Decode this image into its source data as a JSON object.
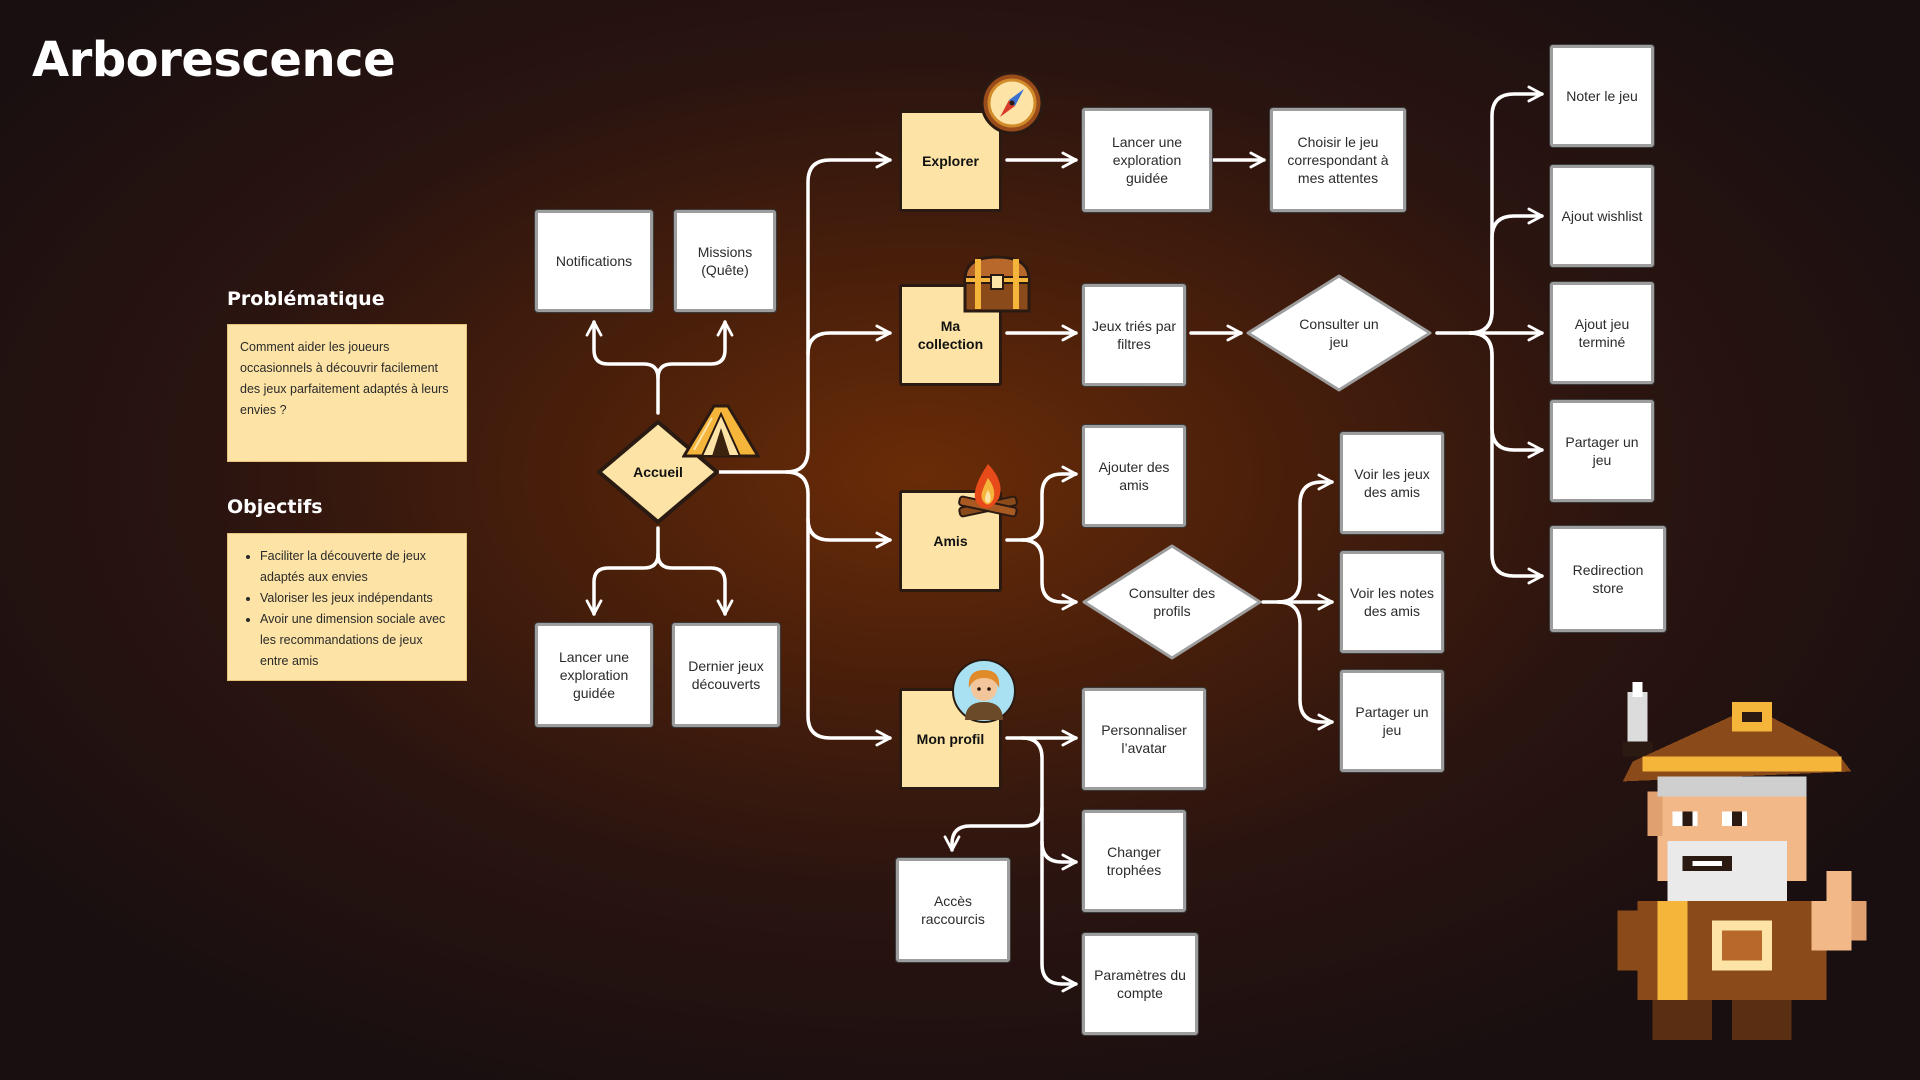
{
  "title": "Arborescence",
  "problem": {
    "heading": "Problématique",
    "text": "Comment aider les joueurs occasionnels à découvrir facilement des jeux parfaitement adaptés à leurs envies ?"
  },
  "objectives": {
    "heading": "Objectifs",
    "items": [
      "Faciliter la découverte de jeux adaptés aux envies",
      "Valoriser les jeux indépendants",
      "Avoir une dimension sociale avec les recommandations de jeux entre amis"
    ]
  },
  "nodes": {
    "accueil": "Accueil",
    "notifications": "Notifications",
    "missions": "Missions (Quête)",
    "lancer_accueil": "Lancer une exploration guidée",
    "dernier": "Dernier jeux découverts",
    "explorer": "Explorer",
    "lancer_explorer": "Lancer une exploration guidée",
    "choisir": "Choisir le jeu correspondant à mes attentes",
    "collection": "Ma collection",
    "tries": "Jeux triés par filtres",
    "consulter_jeu": "Consulter un jeu",
    "noter": "Noter le jeu",
    "wishlist": "Ajout wishlist",
    "termine": "Ajout jeu terminé",
    "partager_1": "Partager un jeu",
    "redirection": "Redirection store",
    "amis": "Amis",
    "ajouter_amis": "Ajouter des amis",
    "consulter_profils": "Consulter des profils",
    "voir_jeux": "Voir les jeux des amis",
    "voir_notes": "Voir les notes des amis",
    "partager_2": "Partager un jeu",
    "profil": "Mon profil",
    "avatar": "Personnaliser l’avatar",
    "trophees": "Changer trophées",
    "parametres": "Paramètres du compte",
    "raccourcis": "Accès raccourcis"
  },
  "icons": [
    "tent-icon",
    "compass-icon",
    "treasure-chest-icon",
    "campfire-icon",
    "user-avatar-icon",
    "pirate-character"
  ],
  "colors": {
    "cream": "#fde4a6",
    "node_white": "#ffffff",
    "connector": "#ffffff",
    "background_center": "#6a2c08",
    "background_edge": "#190f10"
  }
}
